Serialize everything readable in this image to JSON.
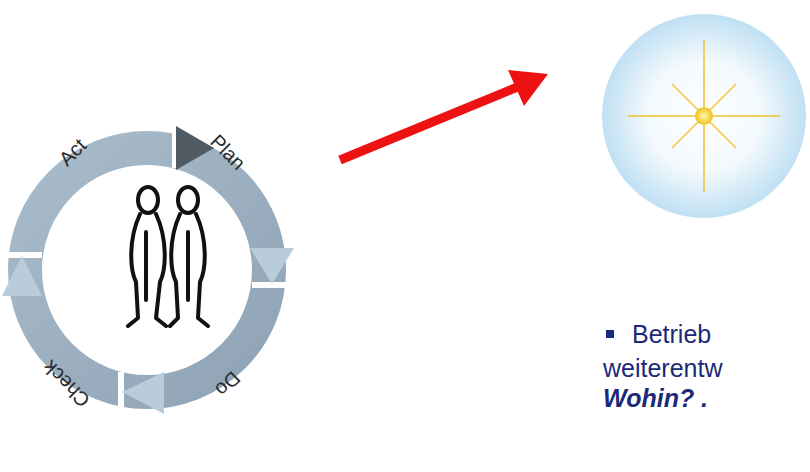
{
  "diagram": {
    "labels": [
      "Act",
      "Plan",
      "Do",
      "Check",
      "Betrieb",
      "weiterentw",
      "Wohin? ."
    ]
  }
}
